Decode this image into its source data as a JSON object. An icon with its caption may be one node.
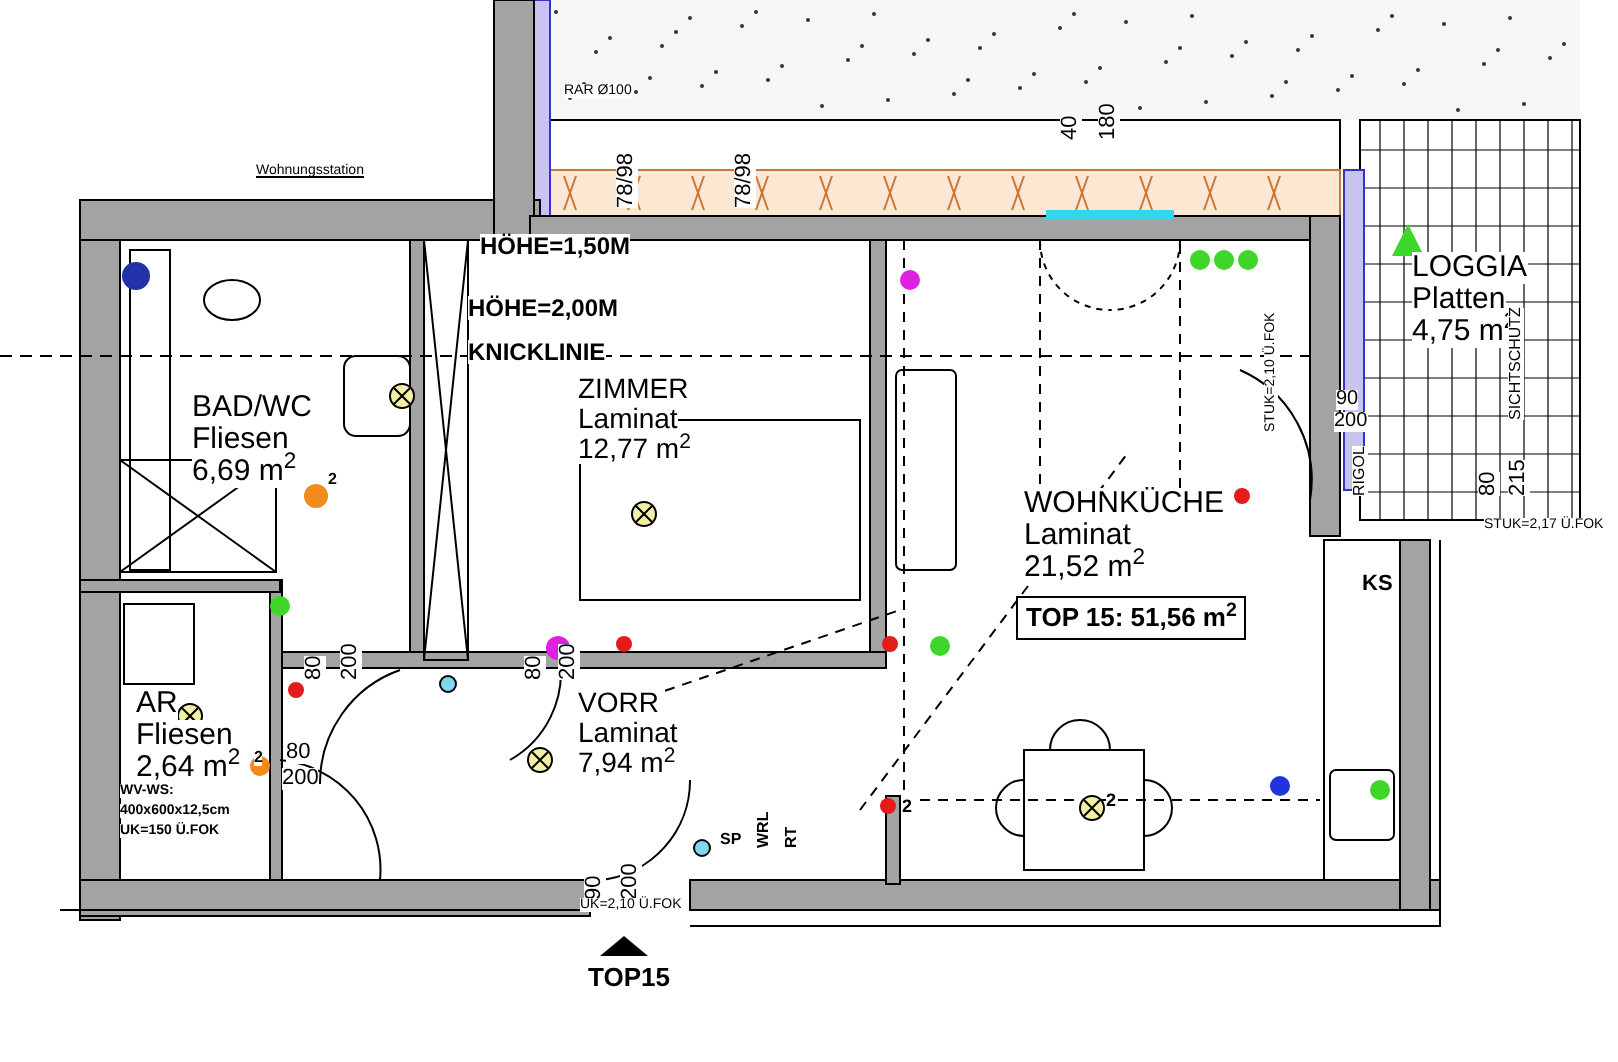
{
  "diagram": {
    "nodes": [
      {
        "text": [
          "BAD/WC",
          "Fliesen",
          "6,69 m$^{2}$"
        ]
      },
      {
        "text": [
          "AR",
          "Fliesen",
          "2,64 m$^{2}$"
        ]
      },
      {
        "text": [
          "ZIMMER",
          "Laminat",
          "12,77 m$^{2}$"
        ]
      },
      {
        "text": [
          "VORR",
          "Laminat",
          "7,94 m$^{2}$"
        ]
      },
      {
        "text": [
          "WOHNKÜCHE",
          "Laminat",
          "21,52 m$^{2}$"
        ]
      },
      {
        "text": [
          "LOGGIA",
          "Platten",
          "4,75 m$^{2}$"
        ]
      },
      {
        "text": [
          "TOP 15: 51,56 m$^{2}$"
        ]
      }
    ],
    "labels": [
      "Wohnungsstation",
      "RAR Ø100",
      "HÖHE=1,50M",
      "HÖHE=2,00M",
      "KNICKLINIE",
      "78/98",
      "78/98",
      "40",
      "180",
      "80",
      "200",
      "80",
      "200",
      "80",
      "200",
      "90",
      "200",
      "UK=2,10 Ü.FOK",
      "TOP15",
      "WV-WS:",
      "400x600x12,5cm",
      "UK=150 Ü.FOK",
      "SP",
      "WRL",
      "RT",
      "2",
      "2",
      "2",
      "2",
      "KS",
      "STUK=2,10 Ü.FOK",
      "90",
      "200",
      "RIGOL",
      "80",
      "215",
      "SICHTSCHUTZ",
      "STUK=2,17 Ü.FOK"
    ]
  }
}
